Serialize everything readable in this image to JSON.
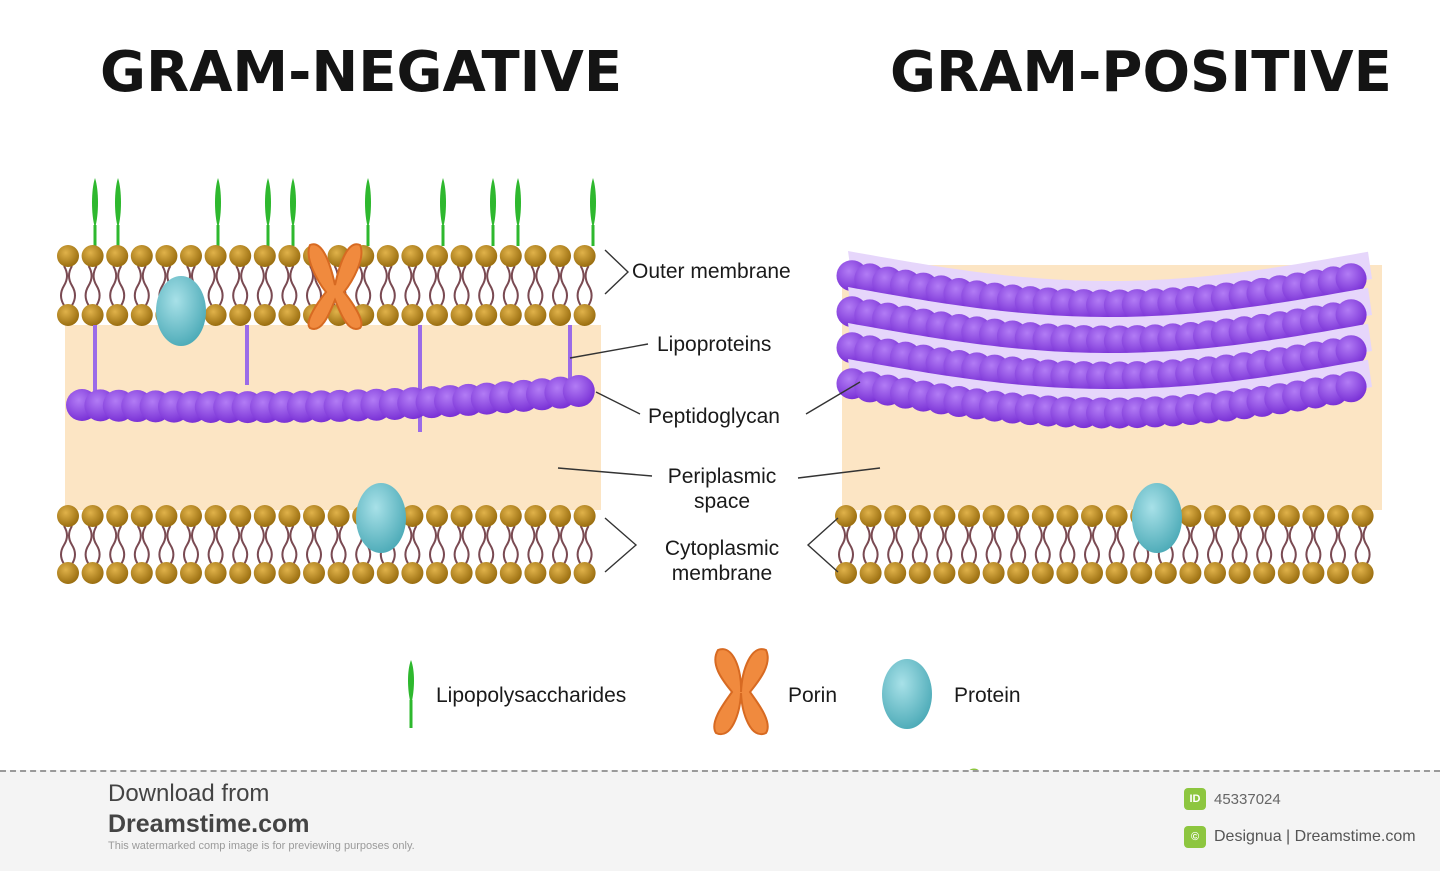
{
  "titles": {
    "left": "GRAM-NEGATIVE",
    "right": "GRAM-POSITIVE"
  },
  "labels": {
    "outer_membrane": "Outer membrane",
    "lipoproteins": "Lipoproteins",
    "peptidoglycan": "Peptidoglycan",
    "periplasmic_1": "Periplasmic",
    "periplasmic_2": "space",
    "cytoplasmic_1": "Cytoplasmic",
    "cytoplasmic_2": "membrane"
  },
  "legend": {
    "lipopolysaccharides": "Lipopolysaccharides",
    "porin": "Porin",
    "protein": "Protein"
  },
  "watermark": {
    "download_from": "Download from",
    "site": "Dreamstime.com",
    "disclaimer": "This watermarked comp image is for previewing purposes only.",
    "id_badge": "ID",
    "id_number": "45337024",
    "credit": "Designua | Dreamstime.com"
  },
  "colors": {
    "lipid_head": "#b98a1e",
    "lipid_tail": "#7a4a52",
    "periplasm": "#fce5c4",
    "peptidoglycan": "#8e44e0",
    "peptidoglycan_light": "#e6d6fb",
    "protein": "#6cc3cf",
    "porin": "#f08a3e",
    "lps": "#2eb82e",
    "badge": "#8dc63f"
  }
}
